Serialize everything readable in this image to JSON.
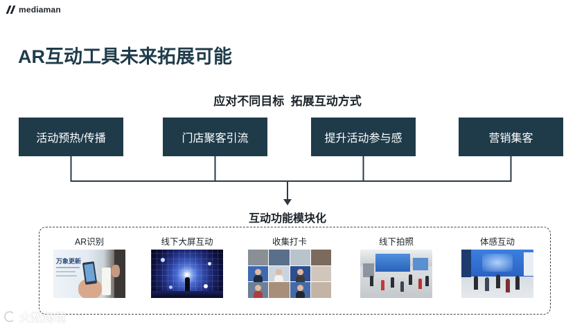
{
  "brand": {
    "name": "mediaman"
  },
  "title": "AR互动工具未来拓展可能",
  "subtitle": "应对不同目标  拓展互动方式",
  "goals": [
    "活动预热/传播",
    "门店聚客引流",
    "提升活动参与感",
    "营销集客"
  ],
  "modules_heading": "互动功能模块化",
  "modules": [
    {
      "label": "AR识别",
      "photo_text": "万象更新"
    },
    {
      "label": "线下大屏互动"
    },
    {
      "label": "收集打卡"
    },
    {
      "label": "线下拍照"
    },
    {
      "label": "体感互动"
    }
  ],
  "watermark": "大数跨境",
  "colors": {
    "primary": "#1f3b4a",
    "text": "#1b2329",
    "background": "#ffffff"
  }
}
